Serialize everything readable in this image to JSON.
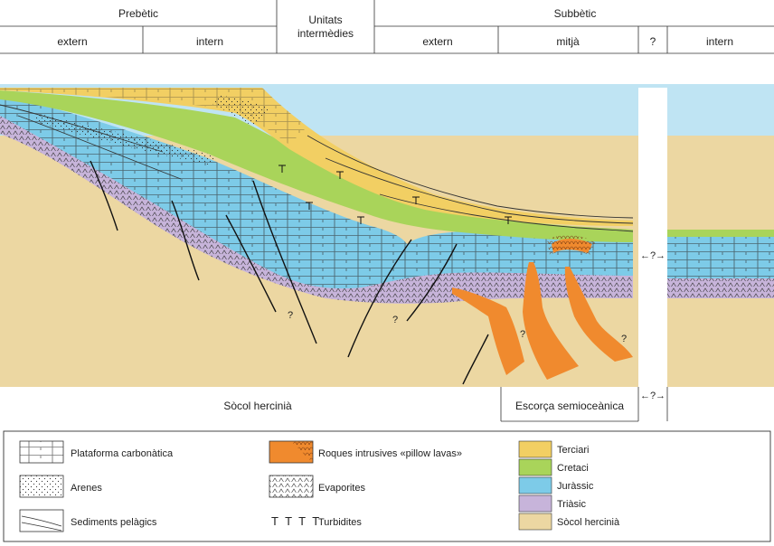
{
  "header": {
    "prebetic": "Prebètic",
    "prebetic_extern": "extern",
    "prebetic_intern": "intern",
    "unitats_line1": "Unitats",
    "unitats_line2": "intermèdies",
    "subbetic": "Subbètic",
    "subbetic_extern": "extern",
    "subbetic_mitja": "mitjà",
    "subbetic_unknown": "?",
    "subbetic_intern": "intern"
  },
  "section": {
    "question_marks": [
      "?",
      "?",
      "?",
      "?"
    ],
    "gap_marker": "←?→",
    "base_socol": "Sòcol hercinià",
    "base_escorca": "Escorça semioceànica",
    "base_gap": "←?→"
  },
  "legend": {
    "plataforma": "Plataforma carbonàtica",
    "arenes": "Arenes",
    "sediments": "Sediments pelàgics",
    "roques": "Roques intrusives «pillow lavas»",
    "evaporites": "Evaporites",
    "turbidites_symbol": "T T T T",
    "turbidites": "Turbidites",
    "terciari": "Terciari",
    "cretaci": "Cretaci",
    "jurassic": "Juràssic",
    "triassic": "Triàsic",
    "socol": "Sòcol hercinià"
  },
  "colors": {
    "sea": "#bfe4f3",
    "terciari": "#f2cf63",
    "cretaci": "#a9d45a",
    "jurassic": "#7dcbe8",
    "triassic": "#c7b4da",
    "socol": "#ecd7a2",
    "intrusive": "#f08a2e"
  }
}
